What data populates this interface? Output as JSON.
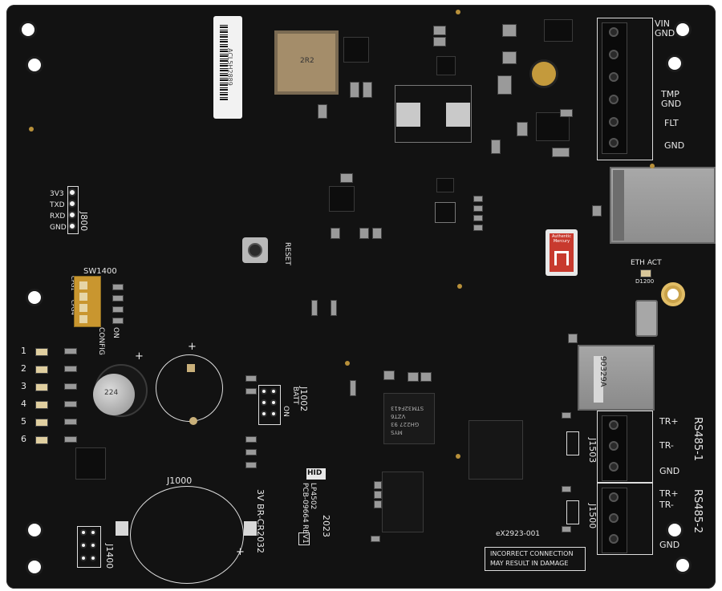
{
  "board": {
    "label_sticker": "ACL5H2889",
    "j800": {
      "name": "J800",
      "pins": [
        "3V3",
        "TXD",
        "RXD",
        "GND"
      ]
    },
    "sw1400": {
      "name": "SW1400",
      "cfg_top": "CFG1",
      "cfg_bottom": "CFG4",
      "caption": "CONFIG",
      "on_label": "ON"
    },
    "reset_label": "RESET",
    "led_numbers": [
      "1",
      "2",
      "3",
      "4",
      "5",
      "6"
    ],
    "j1002": {
      "name": "J1002",
      "label1": "BATT",
      "label2": "ON"
    },
    "j1000": {
      "name": "J1000",
      "battery": "3V BR-CR2032"
    },
    "j1400": {
      "name": "J1400"
    },
    "terminal_top": {
      "labels": [
        "VIN",
        "GND",
        "TMP",
        "GND",
        "FLT",
        "GND"
      ]
    },
    "eth": {
      "act": "ETH ACT",
      "ref": "D1200"
    },
    "authentic_mercury": "Authentic Mercury",
    "rs485_1": {
      "labels": [
        "TR+",
        "TR-",
        "GND"
      ],
      "name": "RS485-1",
      "jumper": "J1503"
    },
    "rs485_2": {
      "labels": [
        "TR+",
        "TR-",
        "GND"
      ],
      "name": "RS485-2",
      "jumper": "J1500"
    },
    "warning": [
      "INCORRECT CONNECTION",
      "MAY RESULT IN DAMAGE"
    ],
    "part_number": "eX2923-001",
    "brand": {
      "logo": "HID",
      "model": "LP4502",
      "pcb": "PCB-09664",
      "rev": "REV1",
      "year": "2023"
    },
    "sdcard": "90329A",
    "mcu_marking": [
      "STM32F413",
      "VZT6",
      "GH227 93",
      "MYS"
    ],
    "cap_marking": "224",
    "l301": "2R2"
  }
}
